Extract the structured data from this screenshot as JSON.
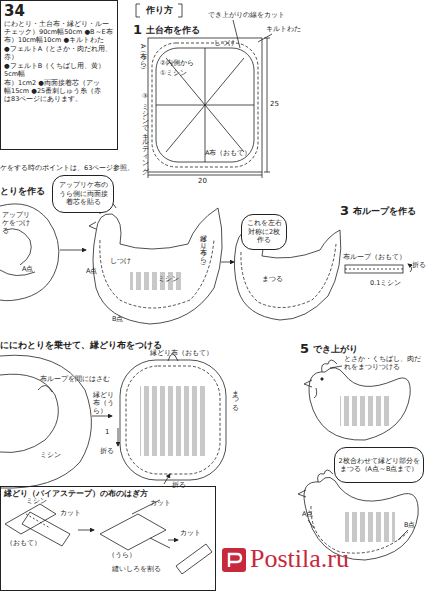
{
  "diagram": {
    "nodes": [
      {
        "text": [
          "34",
          "にわとり・土台布・縁どり・ルー",
          "チェック）90cm幅50cm ●B～E布",
          "布）10cm幅10cm ●キルトわた",
          "●フェルトA（とさか・肉だれ用、赤）",
          "●フェルトB（くちばし用、黄）5cm幅",
          "布）1cm2 ●両面接着芯（アッ",
          "幅15cm ●25番刺しゅう糸（赤",
          "は83ページにあります。"
        ]
      },
      {
        "text": [
          "アップリケ布のうら側に両面接着芯を貼る"
        ]
      },
      {
        "text": [
          "これを左右対称に2枚作る"
        ]
      },
      {
        "text": [
          "2枚合わせて縁どり部分をまつる（A点～B点まで）"
        ]
      },
      {
        "text": [
          "縁どり（バイアステープ）の布のはぎ方"
        ]
      }
    ],
    "labels": [
      "作り方",
      "1",
      "土台布を作る",
      "でき上がりの線をカット",
      "キルトわた",
      "A布（うら）",
      "しつけ",
      "②内側から",
      "①ミシン",
      "③ミシンでキルティング",
      "A布（おもて）",
      "25",
      "20",
      "ケをする時のポイントは、63ページ参照。",
      "とりを作る",
      "アップリケをつける",
      "A点",
      "縁どり布（うら）",
      "しつけ",
      "ミシン",
      "A点",
      "B点",
      "まつる",
      "3",
      "布ループを作る",
      "布ループ（おもて）",
      "折る",
      "0.1ミシン",
      "ににわとりを乗せて、縁どり布をつける",
      "布ループを間にはさむ",
      "ミシン",
      "縁どり布（うら）",
      "縁どり布（おもて）",
      "まつる",
      "1",
      "折る",
      "折る",
      "5",
      "でき上がり",
      "とさか・くちばし、肉だれをまつりつける",
      "A点",
      "B点",
      "ミシン",
      "カット",
      "カット",
      "（うら）",
      "（おもて）",
      "縫いしろを割る",
      "カット",
      "Postila.ru"
    ]
  }
}
